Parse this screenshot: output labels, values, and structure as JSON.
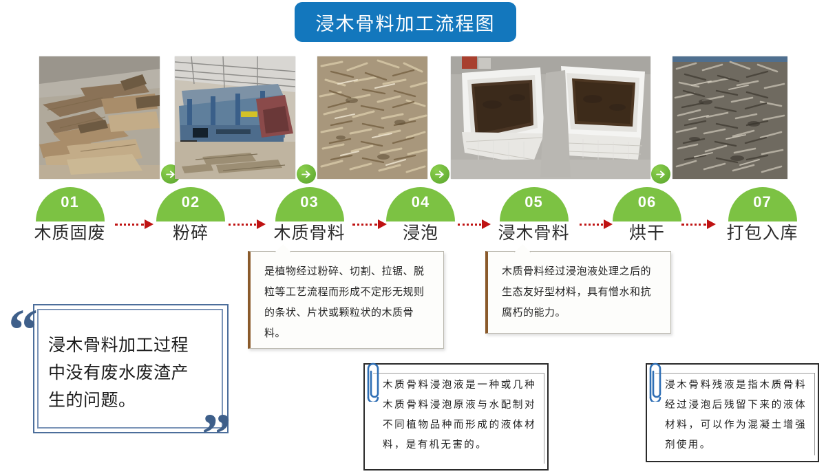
{
  "header": {
    "title": "浸木骨料加工流程图",
    "title_bg": "#1377bd"
  },
  "colors": {
    "badge_green": "#7cc243",
    "arrow_red": "#bf1212",
    "quote_blue": "#4c6e9b",
    "callout_accent": "#8a5a2b"
  },
  "photos": [
    {
      "name": "photo-wood-waste",
      "alt": "木质固废堆"
    },
    {
      "name": "photo-crusher",
      "alt": "粉碎机"
    },
    {
      "name": "photo-wood-chips",
      "alt": "木质骨料"
    },
    {
      "name": "photo-soaking-tubs",
      "alt": "浸泡槽"
    },
    {
      "name": "photo-dried-aggregate",
      "alt": "浸木骨料"
    }
  ],
  "connectors": {
    "circle_arrow_icon": "arrow-right-icon",
    "dotted_arrow_icon": "dotted-arrow-right-icon"
  },
  "steps": [
    {
      "num": "01",
      "label": "木质固废"
    },
    {
      "num": "02",
      "label": "粉碎"
    },
    {
      "num": "03",
      "label": "木质骨料"
    },
    {
      "num": "04",
      "label": "浸泡"
    },
    {
      "num": "05",
      "label": "浸木骨料"
    },
    {
      "num": "06",
      "label": "烘干"
    },
    {
      "num": "07",
      "label": "打包入库"
    }
  ],
  "callouts": [
    {
      "text": "是植物经过粉碎、切割、拉锯、脱粒等工艺流程而形成不定形无规则的条状、片状或颗粒状的木质骨料。"
    },
    {
      "text": "木质骨料经过浸泡液处理之后的生态友好型材料，具有憎水和抗腐朽的能力。"
    }
  ],
  "notes": [
    {
      "text": "木质骨料浸泡液是一种或几种木质骨料浸泡原液与水配制对不同植物品种而形成的液体材料，是有机无害的。",
      "clip_icon": "paperclip-icon"
    },
    {
      "text": "浸木骨料残液是指木质骨料经过浸泡后残留下来的液体材料，可以作为混凝土增强剂使用。",
      "clip_icon": "paperclip-icon"
    }
  ],
  "quote": {
    "open_mark": "“",
    "close_mark": "”",
    "text": "浸木骨料加工过程中没有废水废渣产生的问题。"
  }
}
